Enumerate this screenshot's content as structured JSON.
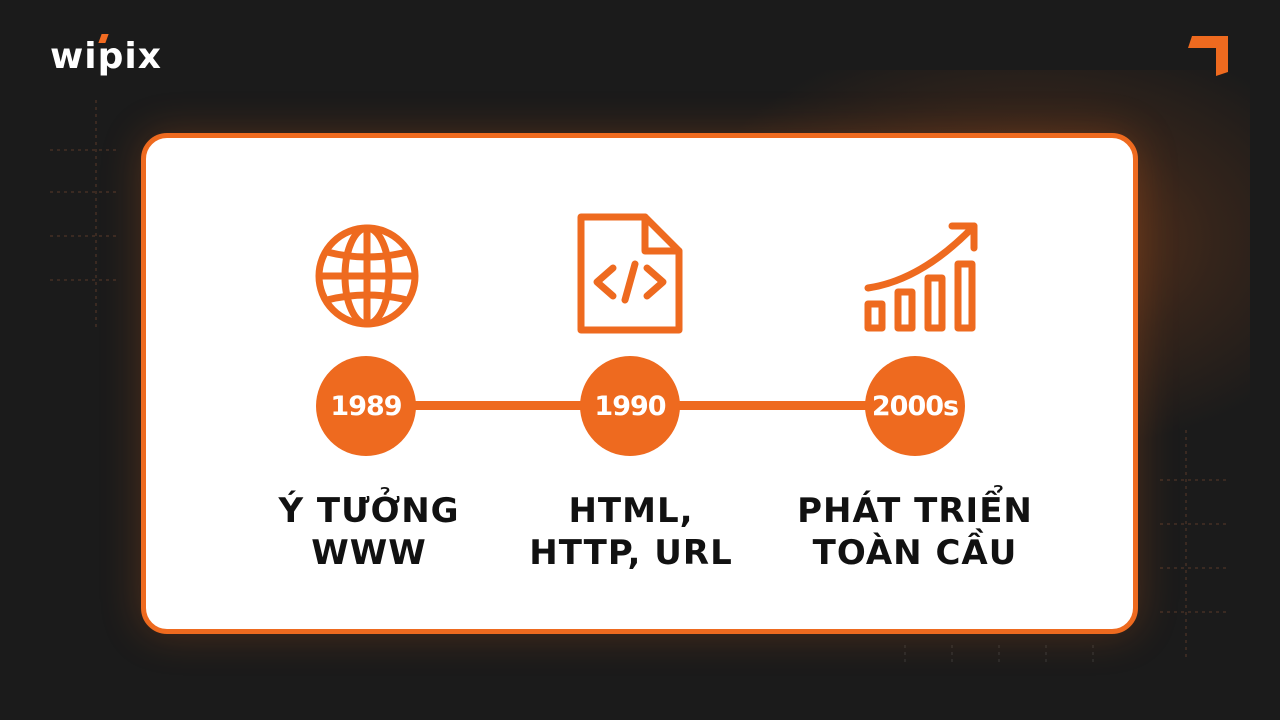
{
  "brand": {
    "name": "wipix",
    "accent_color": "#ee6a1f"
  },
  "colors": {
    "background": "#1b1b1b",
    "card": "#ffffff",
    "accent": "#ee6a1f",
    "text": "#111111"
  },
  "timeline": [
    {
      "year": "1989",
      "icon": "globe-icon",
      "label_line1": "Ý TƯỞNG",
      "label_line2": "WWW"
    },
    {
      "year": "1990",
      "icon": "code-file-icon",
      "label_line1": "HTML,",
      "label_line2": "HTTP, URL"
    },
    {
      "year": "2000s",
      "icon": "growth-chart-icon",
      "label_line1": "PHÁT TRIỂN",
      "label_line2": "TOÀN CẦU"
    }
  ]
}
